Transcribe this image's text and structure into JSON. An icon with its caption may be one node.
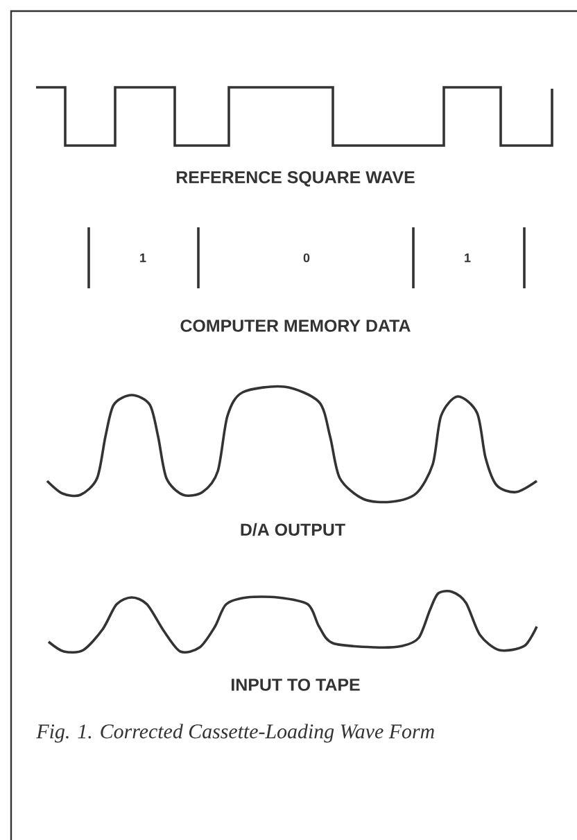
{
  "diagram": {
    "caption": "Fig. 1. Corrected Cassette-Loading Wave Form",
    "labels": [
      "REFERENCE SQUARE WAVE",
      "1",
      "0",
      "1",
      "COMPUTER MEMORY DATA",
      "D/A OUTPUT",
      "INPUT TO TAPE"
    ]
  }
}
